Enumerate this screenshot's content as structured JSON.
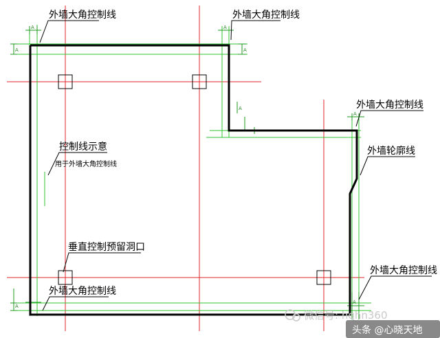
{
  "labels": {
    "corner_top_left": "外墙大角控制线",
    "corner_top_mid": "外墙大角控制线",
    "corner_right_upper": "外墙大角控制线",
    "outline": "外墙轮廓线",
    "control_line_title": "控制线示意",
    "control_line_sub": "用于外墙大角控制线",
    "vertical_hole": "垂直控制预留洞口",
    "corner_right_lower": "外墙大角控制线",
    "corner_bottom_left": "外墙大角控制线"
  },
  "dim_mark": "A",
  "watermark": {
    "text": "微信号: hqhn360",
    "badge": "头条 @心晓天地"
  },
  "colors": {
    "wall": "#000000",
    "axis": "#e0252b",
    "control": "#2fc52f",
    "dim": "#1e9a1e"
  }
}
